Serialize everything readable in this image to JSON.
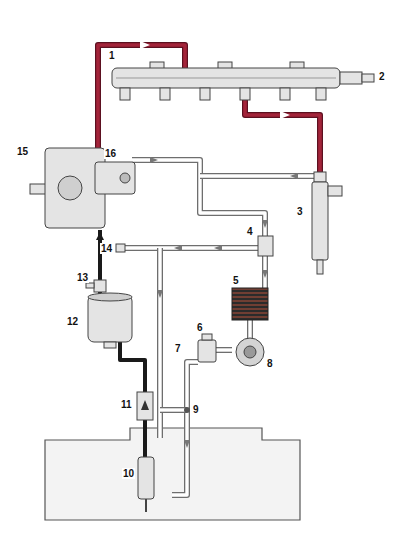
{
  "diagram": {
    "labels": [
      "1",
      "2",
      "15",
      "16",
      "3",
      "4",
      "14",
      "13",
      "5",
      "12",
      "6",
      "8",
      "7",
      "11",
      "9",
      "10"
    ]
  }
}
